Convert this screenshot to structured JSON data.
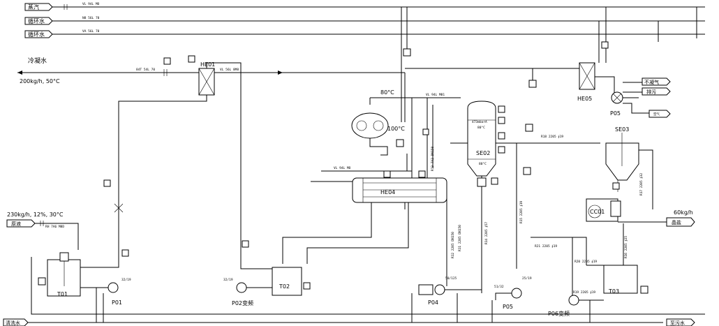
{
  "utility_lines": {
    "steam": "蒸汽",
    "circ_water_1": "循环水",
    "circ_water_2": "循环水",
    "steam_spec": "VL 94L MO",
    "circ1_spec": "N8 56L 70",
    "circ2_spec": "VA 56L 70"
  },
  "condensate": {
    "label": "冷凝水",
    "flow": "200kg/h, 50°C",
    "line_spec": "84T 54L 70",
    "line_spec2": "VL 56L 8M8"
  },
  "feed": {
    "label": "原液",
    "flow": "230kg/h, 12%, 30°C",
    "line_spec": "RH 7A6 M8D"
  },
  "outputs": {
    "non_condensable": "不凝气",
    "vent": "排污",
    "product": "晶盐",
    "product_flow": "60kg/h",
    "sewage": "至污水",
    "wash_water": "清洗水",
    "air": "空气"
  },
  "equipment": {
    "he01": "HE01",
    "he04": "HE04",
    "he05": "HE05",
    "se02": "SE02",
    "se03": "SE03",
    "cc01": "CC01",
    "t01": "T01",
    "t02": "T02",
    "t03": "T03",
    "p01": "P01",
    "p02": "P02变频",
    "p04": "P04",
    "p05_top": "P05",
    "p05_bottom": "P05",
    "p06": "P06变频"
  },
  "temperatures": {
    "t80": "80°C",
    "t100": "100°C"
  },
  "se02_notes": {
    "pressure": "473mbarA",
    "temp_top": "80°C",
    "temp_bottom": "80°C"
  },
  "line_numbers": {
    "r13": "R13 7A2 DN150",
    "r18": "R18 2205 ∮19",
    "r17": "R17 2205 ∮32",
    "r16": "R16 2205 ∮25",
    "r15": "R15 2205 ∮19",
    "r14": "R14 2205 ∮57",
    "r12": "R12 2205 DN150",
    "r11": "R11 2205 DN150",
    "r21": "R21 2205 ∮19",
    "r20": "R20 2205 ∮19",
    "r19": "R19 2205 ∮19",
    "p50": "50/125",
    "p32a": "32/19",
    "p32b": "32/19",
    "p51": "51/32",
    "p25": "25/19",
    "vl_line": "VL 94L M81"
  }
}
